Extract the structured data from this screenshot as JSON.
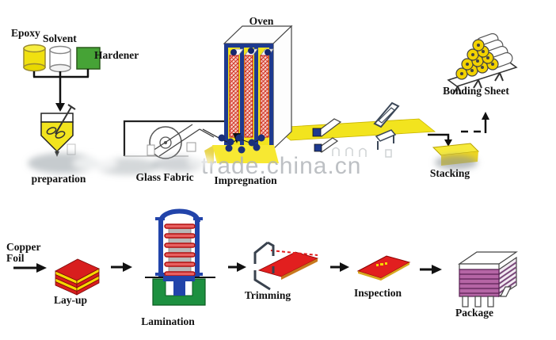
{
  "diagram": {
    "title_hint": "bonding sheet production process flow",
    "watermark": "trade.china.cn",
    "labels": {
      "oven": "Oven",
      "epoxy": "Epoxy",
      "solvent": "Solvent",
      "hardener": "Hardener",
      "preparation": "preparation",
      "glass_fabric": "Glass Fabric",
      "impregnation": "Impregnation",
      "bonding_sheet": "Bonding Sheet",
      "stacking": "Stacking",
      "copper_foil_line1": "Copper",
      "copper_foil_line2": "Foil",
      "lay_up": "Lay-up",
      "lamination": "Lamination",
      "trimming": "Trimming",
      "inspection": "Inspection",
      "package": "Package"
    },
    "colors": {
      "accent_yellow": "#f2e41e",
      "resin_red": "#d81e1e",
      "hardener_green": "#46a336",
      "frame_blue": "#1e3a8f",
      "press_green": "#1d9040",
      "package_purple": "#b565a5",
      "watermark_gray": "#b2b6ba",
      "line_black": "#111111"
    }
  }
}
